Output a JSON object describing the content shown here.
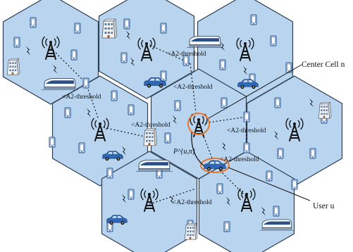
{
  "labels": {
    "threshold": "<A2-threshold",
    "center_cell": "Center Cell n",
    "user": "User u",
    "path_loss": "P^{u,n}"
  },
  "colors": {
    "cell_fill": "#b8d4ee",
    "cell_stroke": "#2f3f55",
    "highlight": "#e8772e",
    "phone_stroke": "#1f4f8f",
    "car": "#2f67b5"
  },
  "icons": [
    "base-station-icon",
    "phone-icon",
    "car-icon",
    "train-icon",
    "building-icon",
    "lightning-icon"
  ]
}
